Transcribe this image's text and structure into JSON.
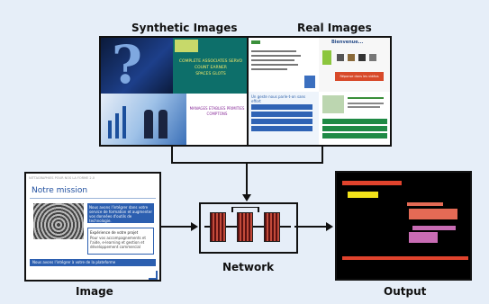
{
  "labels": {
    "synthetic": "Synthetic Images",
    "real": "Real Images",
    "image": "Image",
    "network": "Network",
    "output": "Output"
  },
  "synthetic_panel": {
    "texts": [
      "COMPLETE ASSOCIATES SERVO",
      "COUNT EARNER",
      "SPACES GLOTS",
      "MANAGES ETABLIES PRIMITIES",
      "COMPTONS"
    ]
  },
  "real_panel": {
    "title": "Bienvenue...",
    "question": "Un geste nous parle-t-on sans effort",
    "button": "Réponse dans les vidéos"
  },
  "image_panel": {
    "header": "NITTAGRAPHIES POUR NOS LA FORME 2.0",
    "title": "Notre mission",
    "body": "Nous avons l'intégrer dans votre service de formation et augmenter vos données d'outils de technologie.",
    "box": "Expérience de votre projet",
    "box2": "Pour vos accompagnements et l'aide, e-learning et gestion et développement commercial",
    "footer": "Nous avons l'intégrer à votre de la plateforme"
  },
  "colors": {
    "background": "#e6eef8",
    "output_bg": "#000000",
    "output_red": "#e0432d",
    "output_yellow": "#f2e21a",
    "output_salmon": "#e46a55",
    "output_pink": "#c86cb4",
    "network_layer": "#b5382a"
  }
}
